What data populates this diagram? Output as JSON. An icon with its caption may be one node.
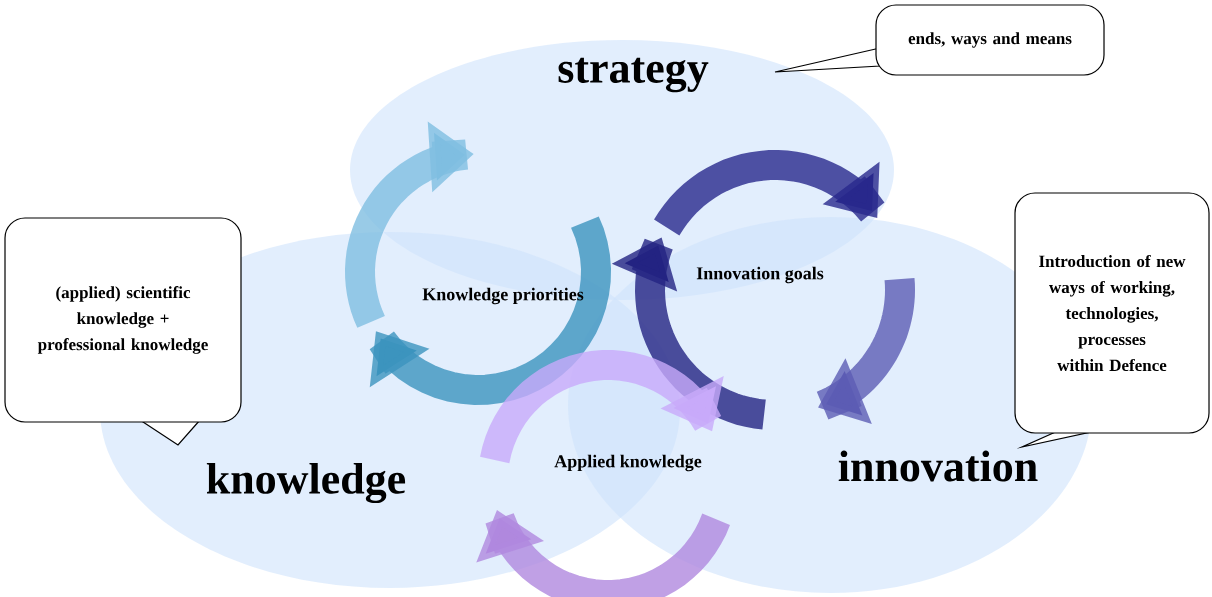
{
  "diagram": {
    "nodes": [
      {
        "text": [
          "strategy"
        ]
      },
      {
        "text": [
          "knowledge"
        ]
      },
      {
        "text": [
          "innovation"
        ]
      },
      {
        "text": [
          "ends, ways and means"
        ]
      },
      {
        "text": [
          "(applied) scientific knowledge + professional knowledge"
        ]
      },
      {
        "text": [
          "Introduction of new ways of working, technologies, processes within Defence"
        ]
      }
    ],
    "labels": [
      "Knowledge priorities",
      "Innovation goals",
      "Applied knowledge"
    ]
  }
}
